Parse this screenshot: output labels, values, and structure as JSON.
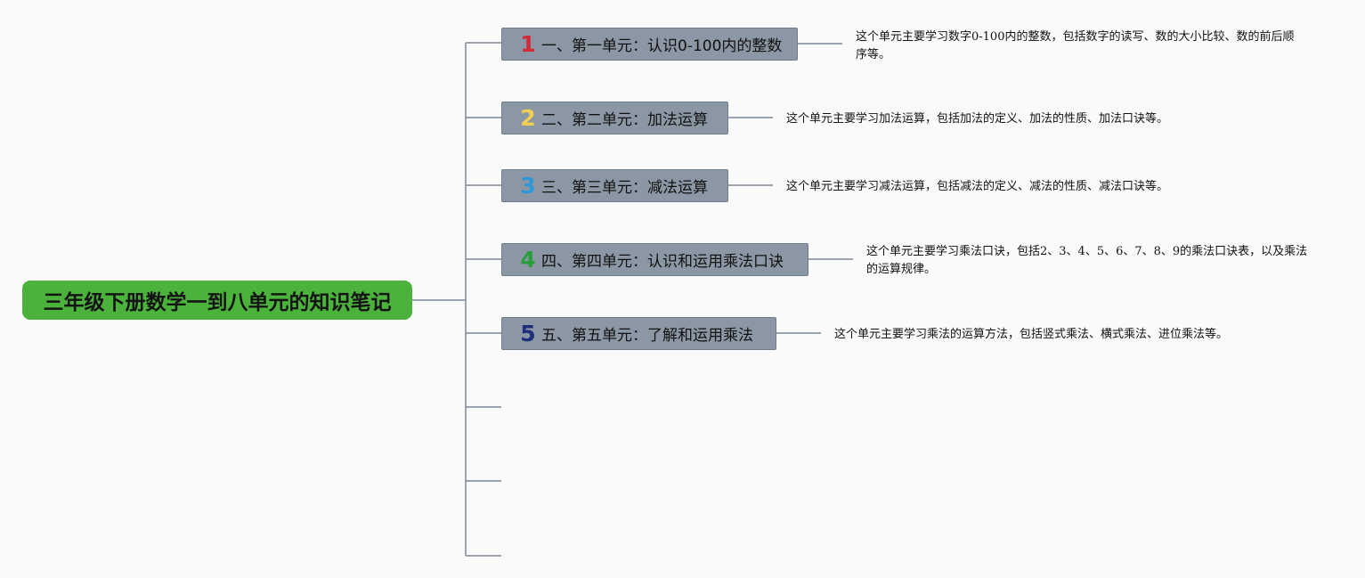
{
  "root": {
    "title": "三年级下册数学一到八单元的知识笔记",
    "color": "#4bb33b"
  },
  "topics": [
    {
      "number": "1",
      "number_color": "#d42a35",
      "label": "一、第一单元：认识0-100内的整数",
      "note": "这个单元主要学习数字0-100内的整数，包括数字的读写、数的大小比较、数的前后顺序等。"
    },
    {
      "number": "2",
      "number_color": "#f1cf53",
      "label": "二、第二单元：加法运算",
      "note": "这个单元主要学习加法运算，包括加法的定义、加法的性质、加法口诀等。"
    },
    {
      "number": "3",
      "number_color": "#2f96d8",
      "label": "三、第三单元：减法运算",
      "note": "这个单元主要学习减法运算，包括减法的定义、减法的性质、减法口诀等。"
    },
    {
      "number": "4",
      "number_color": "#2a9d3a",
      "label": "四、第四单元：认识和运用乘法口诀",
      "note": "这个单元主要学习乘法口诀，包括2、3、4、5、6、7、8、9的乘法口诀表，以及乘法的运算规律。"
    },
    {
      "number": "5",
      "number_color": "#1d2f7a",
      "label": "五、第五单元：了解和运用乘法",
      "note": "这个单元主要学习乘法的运算方法，包括竖式乘法、横式乘法、进位乘法等。"
    }
  ],
  "colors": {
    "topic_fill": "#8b97a4",
    "connector": "#7d8896",
    "background": "#fafafa"
  }
}
